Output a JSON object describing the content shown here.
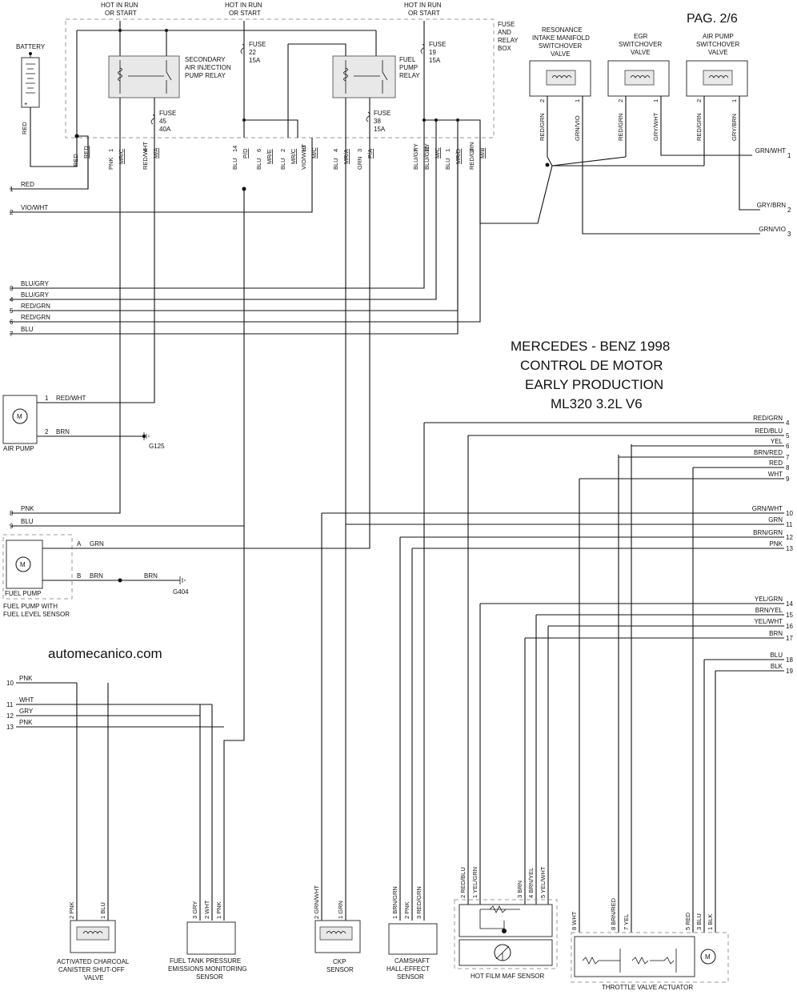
{
  "page": {
    "label": "PAG. 2/6"
  },
  "title": {
    "line1": "MERCEDES - BENZ 1998",
    "line2": "CONTROL DE MOTOR",
    "line3": "EARLY PRODUCTION",
    "line4": "ML320 3.2L V6"
  },
  "watermark": "automecanico.com",
  "hot_labels": [
    "HOT IN RUN",
    "OR START"
  ],
  "fuse_box": {
    "label1": "FUSE",
    "label2": "AND",
    "label3": "RELAY",
    "label4": "BOX"
  },
  "fuses": [
    {
      "name": "FUSE",
      "num": "22",
      "amp": "15A"
    },
    {
      "name": "FUSE",
      "num": "19",
      "amp": "15A"
    },
    {
      "name": "FUSE",
      "num": "45",
      "amp": "40A"
    },
    {
      "name": "FUSE",
      "num": "38",
      "amp": "15A"
    }
  ],
  "relays": {
    "secondary": [
      "SECONDARY",
      "AIR INJECTION",
      "PUMP RELAY"
    ],
    "fuel": [
      "FUEL",
      "PUMP",
      "RELAY"
    ]
  },
  "battery": "BATTERY",
  "valves": {
    "resonance": [
      "RESONANCE",
      "INTAKE MANIFOLD",
      "SWITCHOVER",
      "VALVE"
    ],
    "egr": [
      "EGR",
      "SWITCHOVER",
      "VALVE"
    ],
    "air_pump": [
      "AIR PUMP",
      "SWITCHOVER",
      "VALVE"
    ]
  },
  "fuse_pins": [
    {
      "color": "RED",
      "pin": "",
      "term": "RED"
    },
    {
      "color": "PNK",
      "pin": "1",
      "term": "MR/C"
    },
    {
      "color": "RED/WHT",
      "pin": "4",
      "term": "M/A"
    },
    {
      "color": "BLU",
      "pin": "14",
      "term": "P/D"
    },
    {
      "color": "BLU",
      "pin": "6",
      "term": "MR/E"
    },
    {
      "color": "BLU",
      "pin": "2",
      "term": "MR/C"
    },
    {
      "color": "VIO/WHT",
      "pin": "13",
      "term": "M/C"
    },
    {
      "color": "BLU",
      "pin": "4",
      "term": "MR/A"
    },
    {
      "color": "GRN",
      "pin": "3",
      "term": "P/A"
    },
    {
      "color": "BLU/GRY",
      "pin": "7",
      "term": ""
    },
    {
      "color": "BLU/GRY",
      "pin": "11",
      "term": "M/C"
    },
    {
      "color": "BLU",
      "pin": "1",
      "term": "MR/D"
    },
    {
      "color": "RED/GRN",
      "pin": "3",
      "term": "M/B"
    }
  ],
  "valve_pins": [
    {
      "pin": "2",
      "color": "RED/GRN"
    },
    {
      "pin": "1",
      "color": "GRN/VIO"
    },
    {
      "pin": "2",
      "color": "RED/GRN"
    },
    {
      "pin": "1",
      "color": "GRY/WHT"
    },
    {
      "pin": "2",
      "color": "RED/GRN"
    },
    {
      "pin": "1",
      "color": "GRY/BRN"
    }
  ],
  "left_wires_top": [
    {
      "num": "1",
      "color": "RED"
    },
    {
      "num": "2",
      "color": "VIO/WHT"
    },
    {
      "num": "3",
      "color": "BLU/GRY"
    },
    {
      "num": "4",
      "color": "BLU/GRY"
    },
    {
      "num": "5",
      "color": "RED/GRN"
    },
    {
      "num": "6",
      "color": "RED/GRN"
    },
    {
      "num": "7",
      "color": "BLU"
    }
  ],
  "right_wires_top": [
    {
      "num": "1",
      "color": "GRN/WHT"
    },
    {
      "num": "2",
      "color": "GRY/BRN"
    },
    {
      "num": "3",
      "color": "GRN/VIO"
    }
  ],
  "air_pump": {
    "label": "AIR PUMP",
    "pin1": "1",
    "pin1_color": "RED/WHT",
    "pin2": "2",
    "pin2_color": "BRN",
    "ground": "G125",
    "motor": "M"
  },
  "left_wires_mid": [
    {
      "num": "8",
      "color": "PNK"
    },
    {
      "num": "9",
      "color": "BLU"
    }
  ],
  "fuel_pump": {
    "line1": "FUEL PUMP",
    "line2": "FUEL PUMP WITH",
    "line3": "FUEL LEVEL SENSOR",
    "pinA": "A",
    "pinA_color": "GRN",
    "pinB": "B",
    "pinB_color": "BRN",
    "splice_color": "BRN",
    "ground": "G404",
    "motor": "M"
  },
  "right_wires_mid": [
    {
      "num": "4",
      "color": "RED/GRN"
    },
    {
      "num": "5",
      "color": "RED/BLU"
    },
    {
      "num": "6",
      "color": "YEL"
    },
    {
      "num": "7",
      "color": "BRN/RED"
    },
    {
      "num": "8",
      "color": "RED"
    },
    {
      "num": "9",
      "color": "WHT"
    },
    {
      "num": "10",
      "color": "GRN/WHT"
    },
    {
      "num": "11",
      "color": "GRN"
    },
    {
      "num": "12",
      "color": "BRN/GRN"
    },
    {
      "num": "13",
      "color": "PNK"
    },
    {
      "num": "14",
      "color": "YEL/GRN"
    },
    {
      "num": "15",
      "color": "BRN/YEL"
    },
    {
      "num": "16",
      "color": "YEL/WHT"
    },
    {
      "num": "17",
      "color": "BRN"
    },
    {
      "num": "18",
      "color": "BLU"
    },
    {
      "num": "19",
      "color": "BLK"
    }
  ],
  "left_wires_bottom": [
    {
      "num": "10",
      "color": "PNK"
    },
    {
      "num": "11",
      "color": "WHT"
    },
    {
      "num": "12",
      "color": "GRY"
    },
    {
      "num": "13",
      "color": "PNK"
    }
  ],
  "components": {
    "charcoal": {
      "line1": "ACTIVATED CHARCOAL",
      "line2": "CANISTER SHUT-OFF",
      "line3": "VALVE",
      "pins": [
        {
          "pin": "2",
          "color": "PNK"
        },
        {
          "pin": "1",
          "color": "BLU"
        }
      ]
    },
    "fuel_tank": {
      "line1": "FUEL TANK PRESSURE",
      "line2": "EMISSIONS MONITORING",
      "line3": "SENSOR",
      "pins": [
        {
          "pin": "3",
          "color": "GRY"
        },
        {
          "pin": "2",
          "color": "WHT"
        },
        {
          "pin": "1",
          "color": "PNK"
        }
      ]
    },
    "ckp": {
      "line1": "CKP",
      "line2": "SENSOR",
      "pins": [
        {
          "pin": "2",
          "color": "GRN/WHT"
        },
        {
          "pin": "1",
          "color": "GRN"
        }
      ]
    },
    "camshaft": {
      "line1": "CAMSHAFT",
      "line2": "HALL-EFFECT",
      "line3": "SENSOR",
      "pins": [
        {
          "pin": "1",
          "color": "BRN/GRN"
        },
        {
          "pin": "2",
          "color": "PNK"
        },
        {
          "pin": "3",
          "color": "RED/GRN"
        }
      ]
    },
    "maf": {
      "line1": "HOT FILM MAF SENSOR",
      "pins": [
        {
          "pin": "2",
          "color": "RED/BLU"
        },
        {
          "pin": "1",
          "color": "YEL/GRN"
        },
        {
          "pin": "3",
          "color": "BRN"
        },
        {
          "pin": "4",
          "color": "BRN/YEL"
        },
        {
          "pin": "5",
          "color": "YEL/WHT"
        }
      ]
    },
    "throttle": {
      "line1": "THROTTLE VALVE ACTUATOR",
      "motor": "M",
      "pins": [
        {
          "pin": "8",
          "color": "WHT"
        },
        {
          "pin": "8",
          "color": "BRN/RED"
        },
        {
          "pin": "7",
          "color": "YEL"
        },
        {
          "pin": "5",
          "color": "RED"
        },
        {
          "pin": "3",
          "color": "BLU"
        },
        {
          "pin": "1",
          "color": "BLK"
        }
      ]
    }
  }
}
